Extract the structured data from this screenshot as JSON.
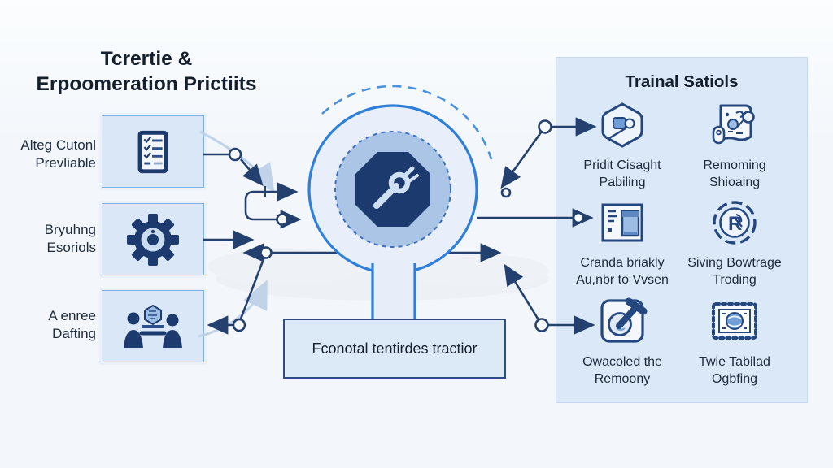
{
  "header": {
    "line1": "Tcrertie &",
    "line2": "Erpoomeration Prictiits"
  },
  "left_column": {
    "items": [
      {
        "line1": "Alteg Cutonl",
        "line2": "Prevliable",
        "icon": "checklist-tablet-icon"
      },
      {
        "line1": "Bryuhng",
        "line2": "Esoriols",
        "icon": "gear-icon"
      },
      {
        "line1": "A enree",
        "line2": "Dafting",
        "icon": "people-meeting-icon"
      }
    ]
  },
  "center": {
    "hub_icon": "wrench-octagon-icon",
    "process_box_label": "Fconotal tentirdes tractior"
  },
  "right_panel": {
    "title": "Trainal Satiols",
    "items": [
      {
        "line1": "Pridit Cisaght",
        "line2": "Pabiling",
        "icon": "hexagon-controller-icon"
      },
      {
        "line1": "Remoming",
        "line2": "Shioaing",
        "icon": "stamped-document-icon"
      },
      {
        "line1": "Cranda briakly",
        "line2": "Au,nbr to Vvsen",
        "icon": "browser-window-icon"
      },
      {
        "line1": "Siving Bowtrage",
        "line2": "Troding",
        "icon": "round-badge-icon"
      },
      {
        "line1": "Owacoled the",
        "line2": "Remoony",
        "icon": "gavel-box-icon"
      },
      {
        "line1": "Twie Tabilad",
        "line2": "Ogbfing",
        "icon": "stamp-globe-icon"
      }
    ]
  },
  "colors": {
    "background": "#f5f8fc",
    "panel_fill": "#dbe8f7",
    "box_fill": "#d9e7f6",
    "box_border": "#7fb0e2",
    "circle_stroke": "#2e7fd9",
    "circle_fill": "#e9effa",
    "inner_circle_fill": "#abc5e7",
    "octagon_fill": "#1d3a6e",
    "connector": "#24406e",
    "faded_connector": "#bcd0e8",
    "text": "#141e2c"
  }
}
